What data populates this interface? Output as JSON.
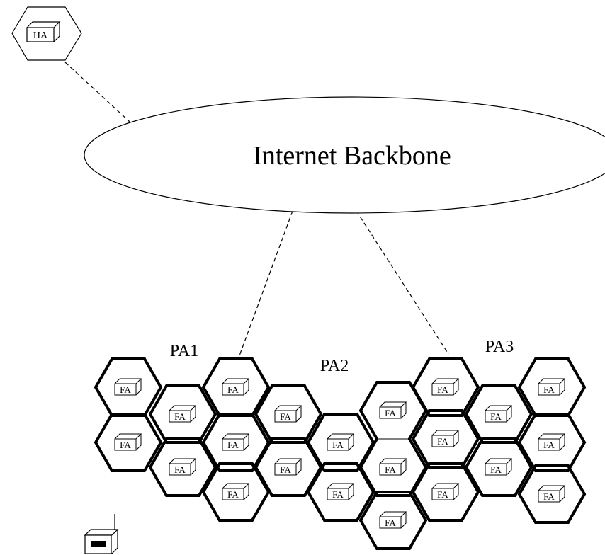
{
  "backbone": {
    "label": "Internet Backbone"
  },
  "home_agent": {
    "label": "HA"
  },
  "paging_areas": [
    {
      "label": "PA1"
    },
    {
      "label": "PA2"
    },
    {
      "label": "PA3"
    }
  ],
  "foreign_agent": {
    "label": "FA"
  }
}
